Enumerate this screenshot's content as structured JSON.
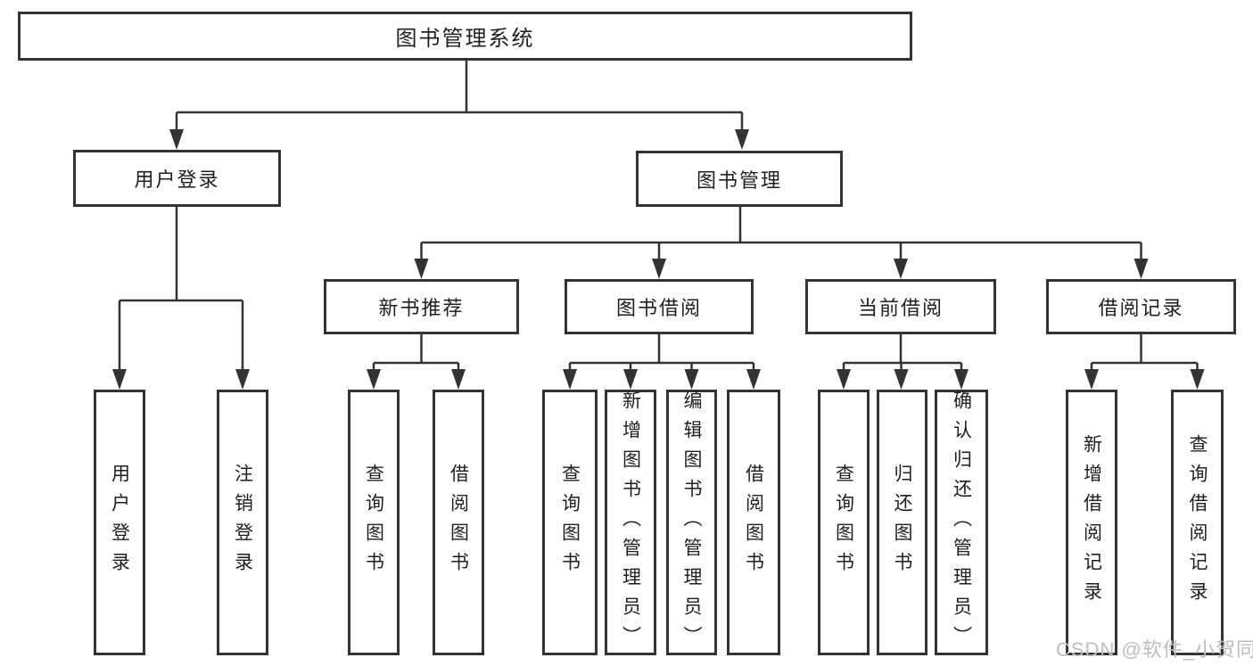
{
  "diagram": {
    "root": {
      "label": "图书管理系统"
    },
    "level2": [
      {
        "label": "用户登录"
      },
      {
        "label": "图书管理"
      }
    ],
    "level3": [
      {
        "label": "新书推荐"
      },
      {
        "label": "图书借阅"
      },
      {
        "label": "当前借阅"
      },
      {
        "label": "借阅记录"
      }
    ],
    "leaves": {
      "user_login": [
        "用户登录",
        "注销登录"
      ],
      "new_books": [
        "查询图书",
        "借阅图书"
      ],
      "borrow": [
        "查询图书",
        "新增图书（管理员）",
        "编辑图书（管理员）",
        "借阅图书"
      ],
      "current": [
        "查询图书",
        "归还图书",
        "确认归还（管理员）"
      ],
      "records": [
        "新增借阅记录",
        "查询借阅记录"
      ]
    }
  },
  "watermark": "CSDN @软件_小贺同学",
  "colors": {
    "line": "#333333",
    "text": "#1f1f1f",
    "watermark": "#bdbdbd",
    "background": "#ffffff"
  }
}
